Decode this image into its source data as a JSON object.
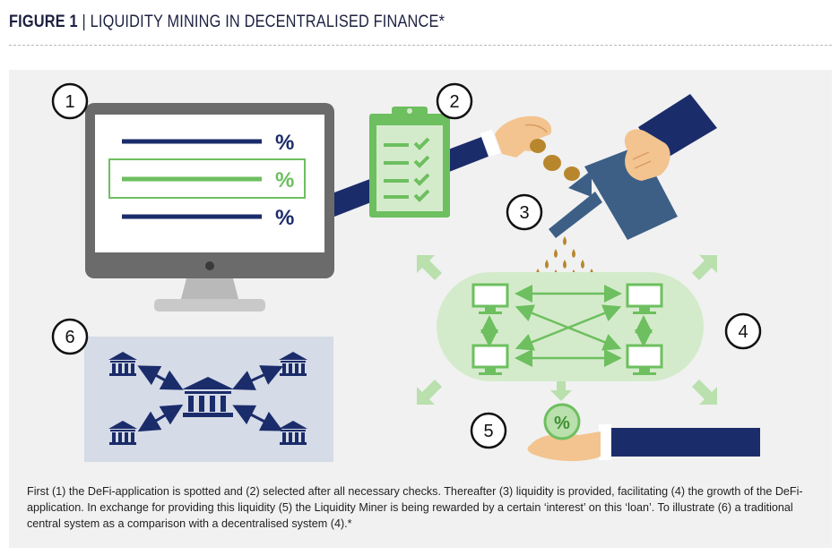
{
  "header": {
    "figure_label": "FIGURE 1",
    "separator": "|",
    "title": "LIQUIDITY MINING IN DECENTRALISED FINANCE*"
  },
  "steps": [
    "1",
    "2",
    "3",
    "4",
    "5",
    "6"
  ],
  "monitor": {
    "rows": [
      {
        "symbol": "%",
        "selected": false
      },
      {
        "symbol": "%",
        "selected": true
      },
      {
        "symbol": "%",
        "selected": false
      }
    ]
  },
  "reward": {
    "symbol": "%"
  },
  "caption": "First (1) the DeFi-application is spotted and (2) selected after all necessary checks. Thereafter (3) liquidity is provided, facilitating (4) the growth of the DeFi-application. In exchange for providing this liquidity (5) the Liquidity Miner is being rewarded by a certain ‘interest’ on this ‘loan’. To illustrate (6) a traditional central system as a comparison with a decentralised system (4).*",
  "colors": {
    "navy": "#1b2c6b",
    "green": "#6dbf5f",
    "light_green": "#d4ebcb",
    "gray": "#6b6b6b",
    "coin": "#b8862d",
    "skin": "#f3c48f",
    "can": "#3d5f86",
    "bank_panel": "#d5dbe7"
  }
}
